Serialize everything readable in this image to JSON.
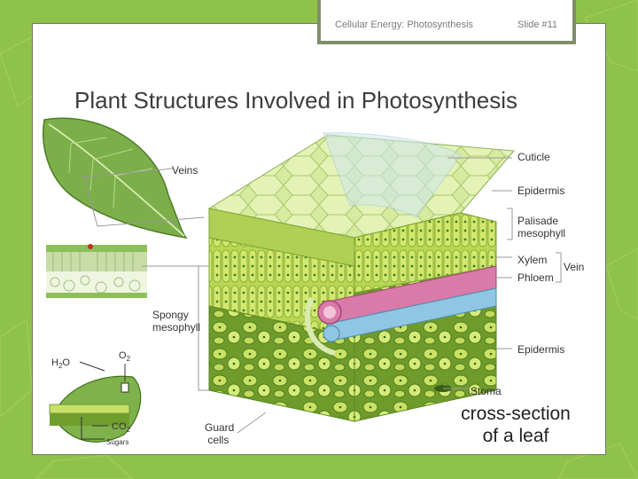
{
  "header": {
    "section_title": "Cellular Energy: Photosynthesis",
    "slide_number": "Slide #11"
  },
  "title": "Plant Structures Involved in Photosynthesis",
  "diagram": {
    "labels": {
      "veins": "Veins",
      "cuticle": "Cuticle",
      "epidermis_top": "Epidermis",
      "palisade_line1": "Palisade",
      "palisade_line2": "mesophyll",
      "xylem": "Xylem",
      "phloem": "Phloem",
      "vein": "Vein",
      "spongy_line1": "Spongy",
      "spongy_line2": "mesophyll",
      "epidermis_bottom": "Epidermis",
      "stoma": "Stoma",
      "guard_line1": "Guard",
      "guard_line2": "cells",
      "h2o": "H",
      "h2o_sub": "2",
      "h2o_o": "O",
      "o2": "O",
      "o2_sub": "2",
      "co2": "CO",
      "co2_sub": "2",
      "sugars": "Sugars"
    },
    "caption_line1": "cross-section",
    "caption_line2": "of a leaf"
  },
  "colors": {
    "background": "#8fc24a",
    "leaf_green": "#7cae4a",
    "cell_yellow": "#c9e06a",
    "xylem_pink": "#d97aa8",
    "phloem_blue": "#8fc6e4",
    "cuticle_blue": "#cfe8f0"
  }
}
